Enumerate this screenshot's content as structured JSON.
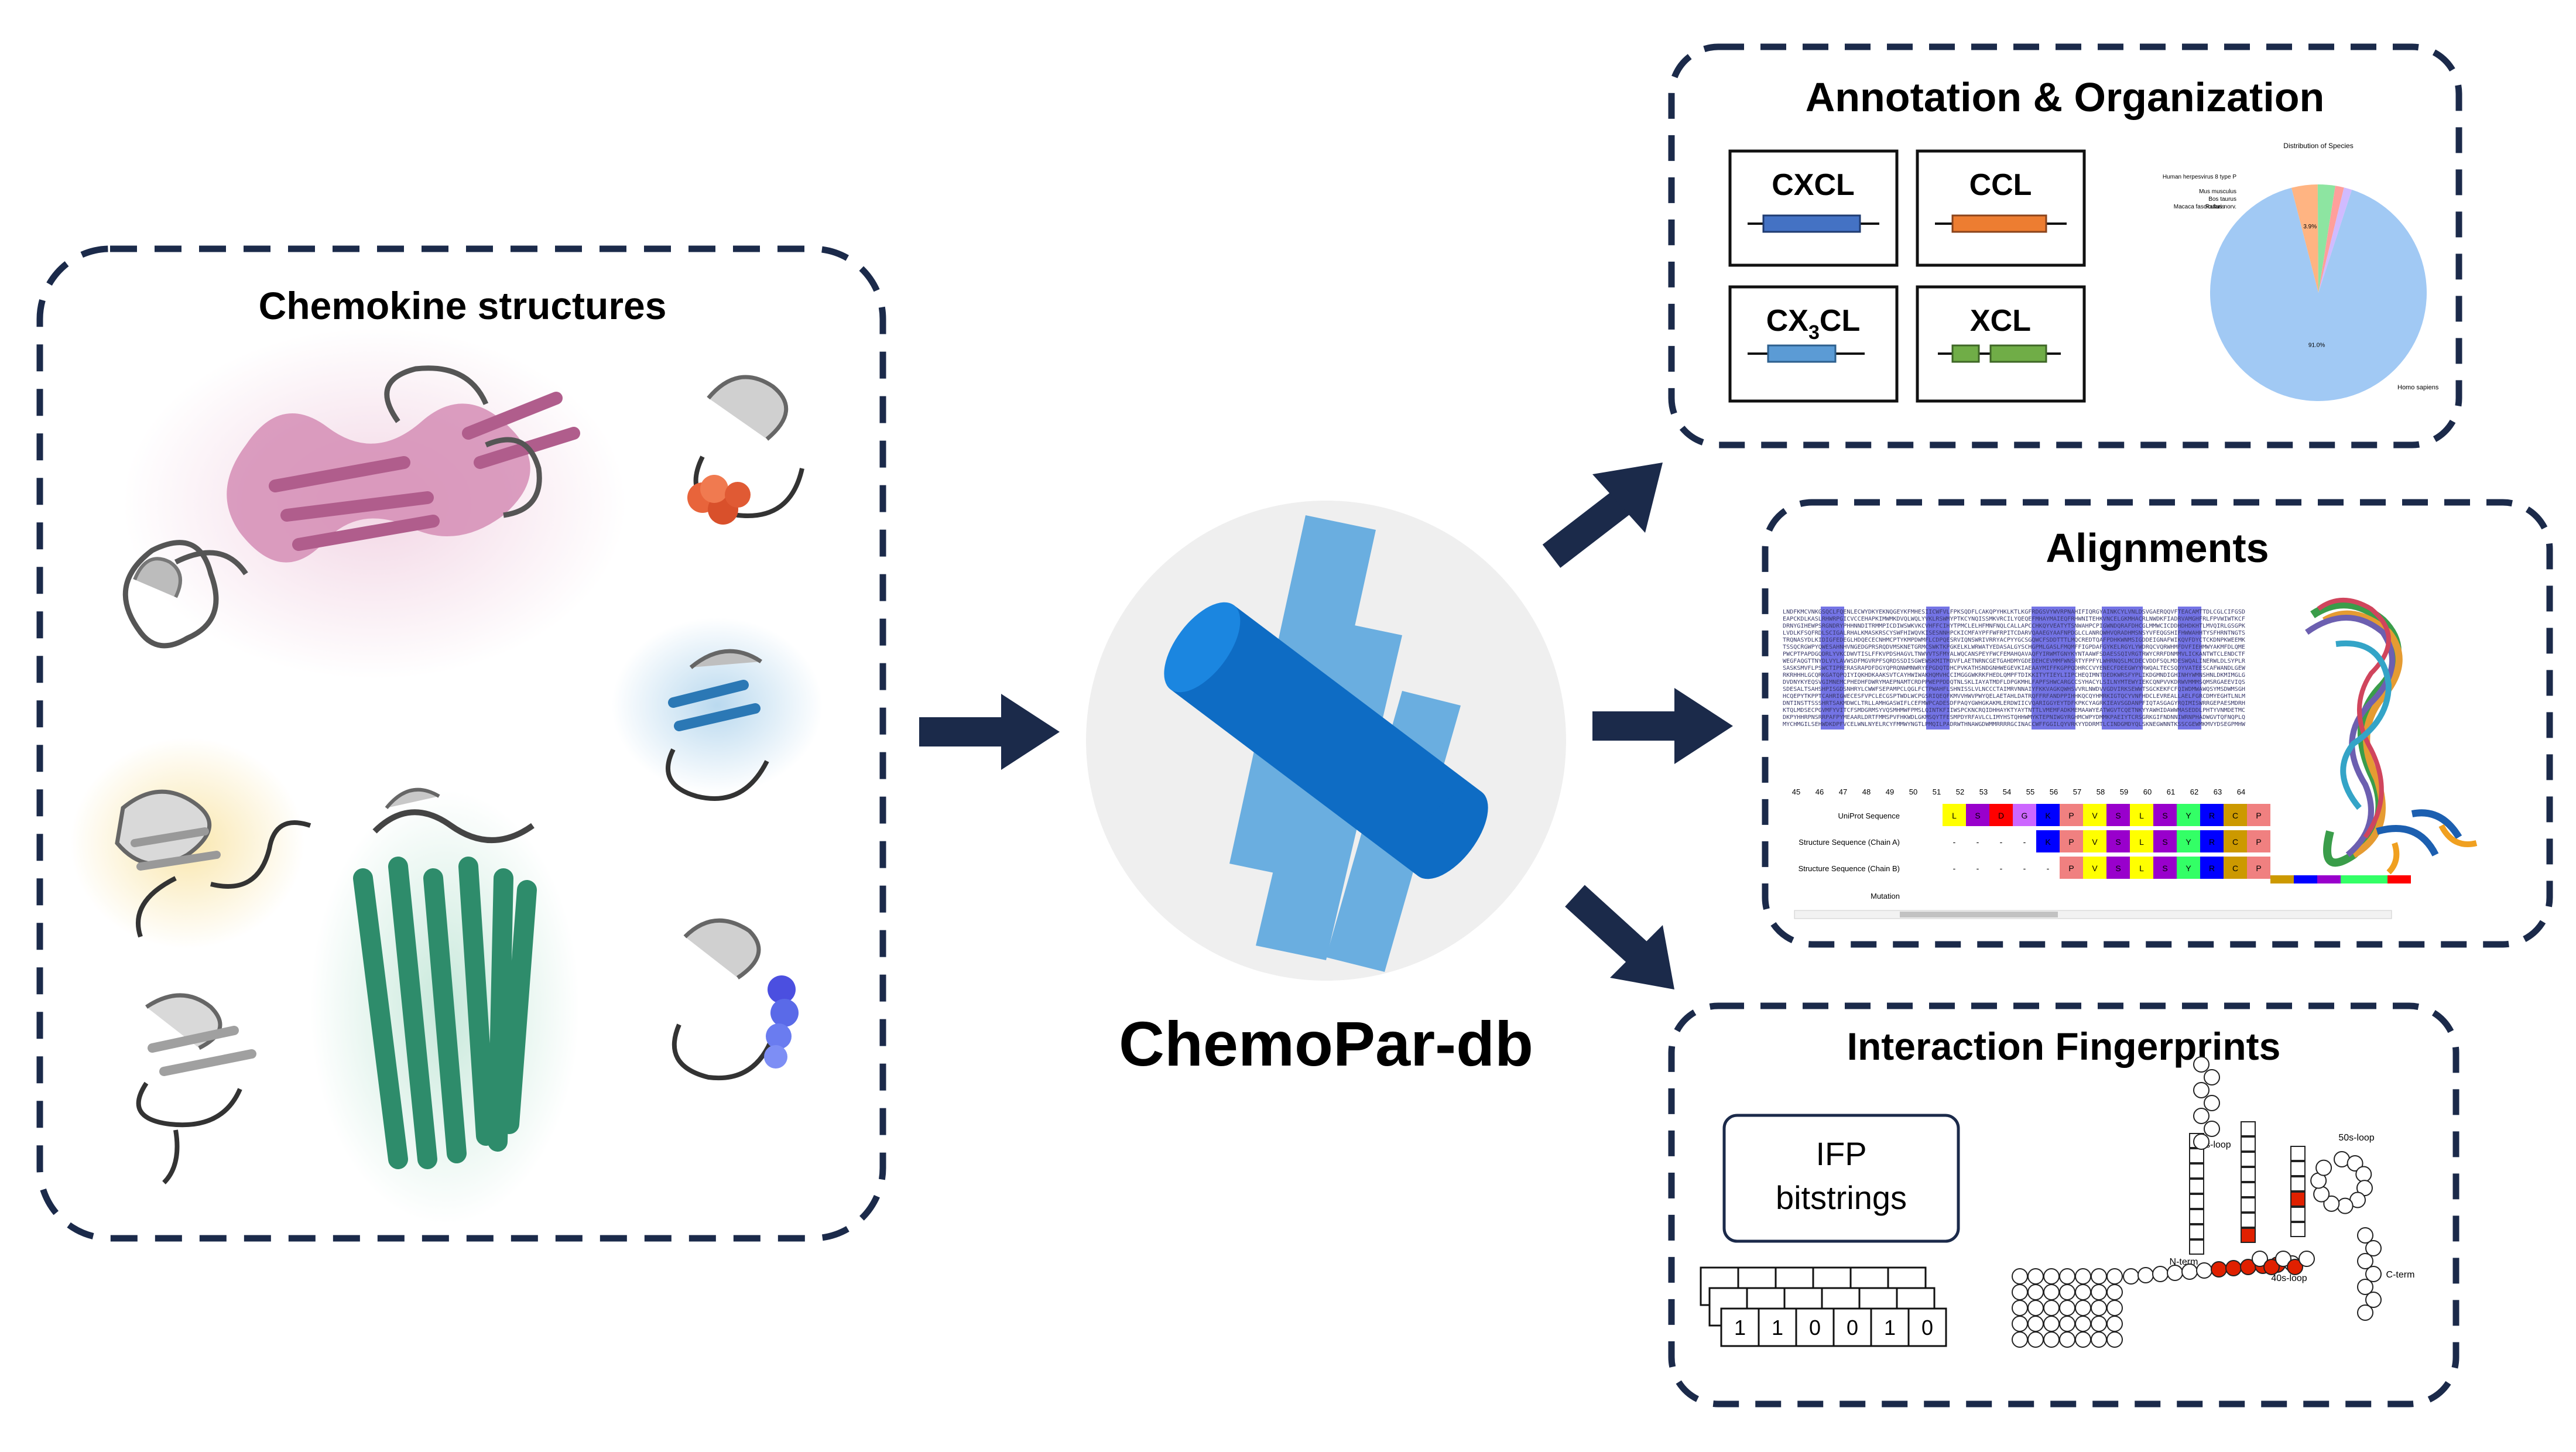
{
  "panels": {
    "structures": {
      "title": "Chemokine structures"
    },
    "annotation": {
      "title": "Annotation & Organization",
      "classes": [
        {
          "label": "CXCL",
          "color": "#4472c4"
        },
        {
          "label": "CCL",
          "color": "#ed7d31"
        },
        {
          "label_main": "CX",
          "label_sub": "3",
          "label_end": "CL",
          "color": "#5b9bd5"
        },
        {
          "label": "XCL",
          "color": "#70ad47"
        }
      ],
      "pie": {
        "title": "Distribution of Species",
        "slices": [
          {
            "label": "Homo sapiens",
            "value": 91.0,
            "pct": "91.0%",
            "color": "#a1c9f4"
          },
          {
            "label": "",
            "value": 3.9,
            "pct": "3.9%",
            "color": "#ffb482"
          },
          {
            "label": "",
            "value": 2.6,
            "pct": "",
            "color": "#8de5a1"
          },
          {
            "label": "",
            "value": 1.3,
            "pct": "",
            "color": "#ff9f9b"
          },
          {
            "label": "",
            "value": 1.2,
            "pct": "",
            "color": "#d0bbff"
          }
        ],
        "legend_labels": [
          "Human herpesvirus 8 type P",
          "Mus musculus",
          "Bos taurus",
          "Rattus norv.",
          "Macaca fascicularis"
        ]
      }
    },
    "alignments": {
      "title": "Alignments",
      "positions": [
        "45",
        "46",
        "47",
        "48",
        "49",
        "50",
        "51",
        "52",
        "53",
        "54",
        "55",
        "56",
        "57",
        "58",
        "59",
        "60",
        "61",
        "62",
        "63",
        "64"
      ],
      "rows": [
        "UniProt Sequence",
        "Structure Sequence (Chain A)",
        "Structure Sequence (Chain B)",
        "Mutation"
      ],
      "uniprot": [
        "L",
        "S",
        "D",
        "G",
        "K",
        "P",
        "V",
        "S",
        "L",
        "S",
        "Y",
        "R",
        "C",
        "P"
      ],
      "chainA": [
        "-",
        "-",
        "-",
        "-",
        "K",
        "P",
        "V",
        "S",
        "L",
        "S",
        "Y",
        "R",
        "C",
        "P"
      ],
      "chainB": [
        "-",
        "-",
        "-",
        "-",
        "-",
        "P",
        "V",
        "S",
        "L",
        "S",
        "Y",
        "R",
        "C",
        "P"
      ],
      "colors": [
        "#ffff00",
        "#9900cc",
        "#ff0000",
        "#cc66ff",
        "#0000ff",
        "#f08080",
        "#ffff00",
        "#9900cc",
        "#ffff00",
        "#9900cc",
        "#33ff66",
        "#0000ff",
        "#cc9900",
        "#f08080"
      ]
    },
    "interactions": {
      "title": "Interaction Fingerprints",
      "ifp_box": [
        "IFP",
        "bitstrings"
      ],
      "bits": [
        "1",
        "1",
        "0",
        "0",
        "1",
        "0"
      ],
      "loop_labels": [
        "30s-loop",
        "50s-loop",
        "N-term",
        "40s-loop",
        "C-term"
      ]
    }
  },
  "center": {
    "name": "ChemoPar-db"
  },
  "colors": {
    "navy": "#1b2a4a",
    "logo_light": "#6aaee0",
    "logo_dark": "#0e6cc4",
    "logo_bg": "#efefef"
  }
}
